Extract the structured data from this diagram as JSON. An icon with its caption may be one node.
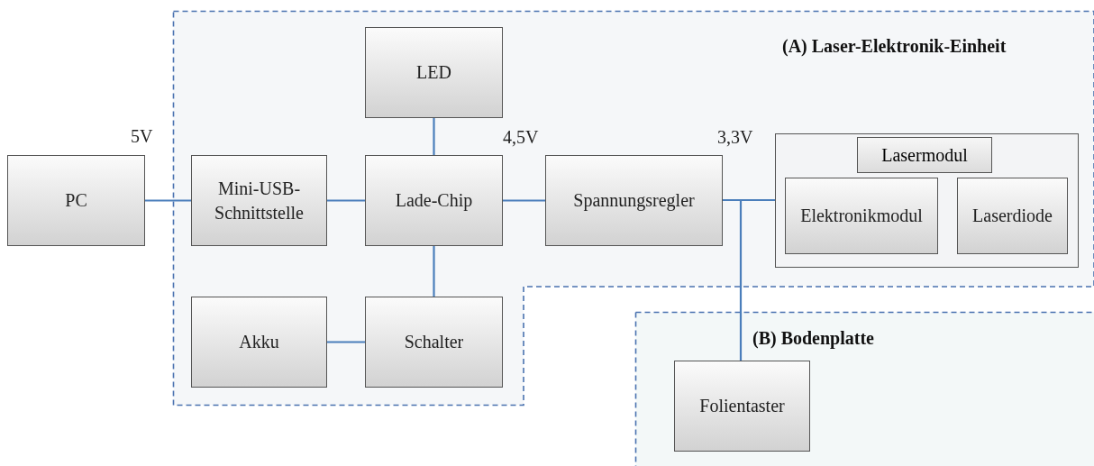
{
  "diagram": {
    "nodes": [
      {
        "text": [
          "(A) Laser-Elektronik-Einheit"
        ]
      },
      {
        "text": [
          "PC"
        ]
      },
      {
        "text": [
          "Mini-USB-Schnittstelle"
        ],
        "in": 0
      },
      {
        "text": [
          "LED"
        ],
        "in": 0
      },
      {
        "text": [
          "Lade-Chip"
        ],
        "in": 0
      },
      {
        "text": [
          "Spannungsregler"
        ],
        "in": 0
      },
      {
        "text": [
          "Lasermodul"
        ],
        "in": 0
      },
      {
        "text": [
          "Elektronikmodul"
        ],
        "in": 6
      },
      {
        "text": [
          "Laserdiode"
        ],
        "in": 6
      },
      {
        "text": [
          "Akku"
        ],
        "in": 0
      },
      {
        "text": [
          "Schalter"
        ],
        "in": 0
      },
      {
        "text": [
          "(B) Bodenplatte"
        ]
      },
      {
        "text": [
          "Folientaster"
        ],
        "in": 11
      }
    ],
    "edges": [
      {
        "from": 1,
        "to": 2,
        "arrow": "none"
      },
      {
        "from": 2,
        "to": 4,
        "arrow": "none"
      },
      {
        "from": 3,
        "to": 4,
        "arrow": "none"
      },
      {
        "from": 4,
        "to": 10,
        "arrow": "none"
      },
      {
        "from": 9,
        "to": 10,
        "arrow": "none"
      },
      {
        "from": 4,
        "to": 5,
        "arrow": "none"
      },
      {
        "from": 5,
        "to": 6,
        "arrow": "none"
      },
      {
        "from": 5,
        "to": 12,
        "arrow": "none"
      }
    ],
    "labels": [
      "5V",
      "4,5V",
      "3,3V"
    ]
  }
}
